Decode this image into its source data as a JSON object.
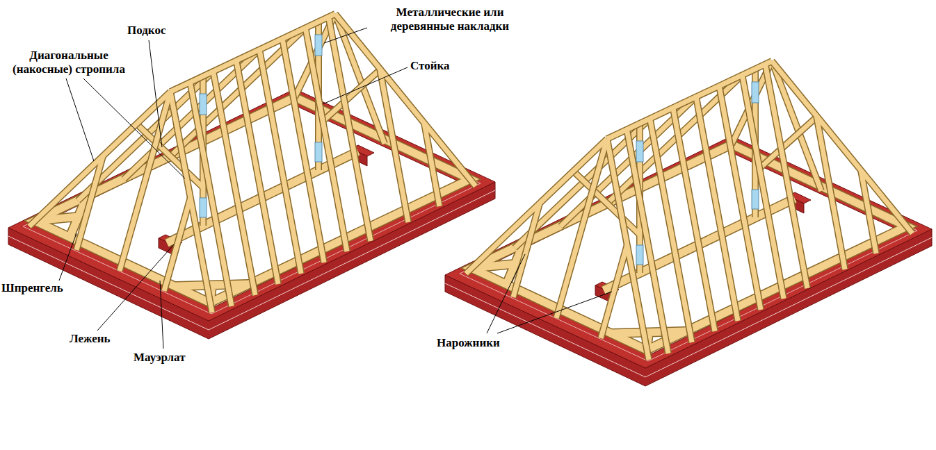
{
  "diagram": {
    "labels": [
      "Подкос",
      "Металлические или деревянные накладки",
      "Диагональные (накосные) стропила",
      "Стойка",
      "Шпренгель",
      "Лежень",
      "Мауэрлат",
      "Нарожники"
    ]
  }
}
